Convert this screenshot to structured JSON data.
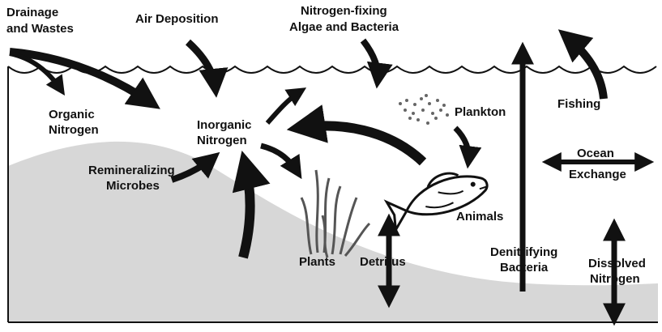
{
  "labels": {
    "drainage_line1": "Drainage",
    "drainage_line2": "and Wastes",
    "air_deposition": "Air Deposition",
    "nfix_line1": "Nitrogen-fixing",
    "nfix_line2": "Algae and Bacteria",
    "organic_line1": "Organic",
    "organic_line2": "Nitrogen",
    "inorganic_line1": "Inorganic",
    "inorganic_line2": "Nitrogen",
    "plankton": "Plankton",
    "fishing": "Fishing",
    "ocean_line1": "Ocean",
    "ocean_line2": "Exchange",
    "remin_line1": "Remineralizing",
    "remin_line2": "Microbes",
    "animals": "Animals",
    "plants": "Plants",
    "detritus": "Detritus",
    "denit_line1": "Denitrifying",
    "denit_line2": "Bacteria",
    "dissolved_line1": "Dissolved",
    "dissolved_line2": "Nitrogen"
  },
  "colors": {
    "ink": "#111111",
    "sediment": "#d7d7d7",
    "background": "#ffffff"
  },
  "icons": [
    "fish-icon",
    "plankton-cluster-icon",
    "seagrass-icon"
  ]
}
